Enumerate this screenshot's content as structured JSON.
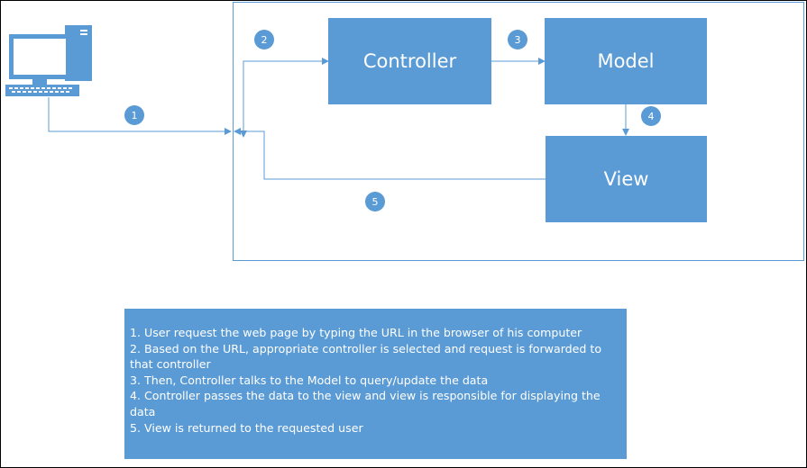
{
  "diagram": {
    "boxes": {
      "controller": "Controller",
      "model": "Model",
      "view": "View"
    },
    "steps": [
      "1",
      "2",
      "3",
      "4",
      "5"
    ],
    "notes": [
      "1. User request the web page by typing the URL in the browser of his computer",
      "2. Based on the URL, appropriate controller is selected and request is forwarded to",
      "that controller",
      "3. Then, Controller talks to the Model to query/update the data",
      "4. Controller passes the data to the view and view is responsible for displaying the",
      "data",
      "5. View is returned to the requested user"
    ],
    "colors": {
      "box": "#5b9bd5",
      "line": "#5b9bd5",
      "text": "#ffffff"
    },
    "icons": [
      "computer-icon"
    ]
  }
}
